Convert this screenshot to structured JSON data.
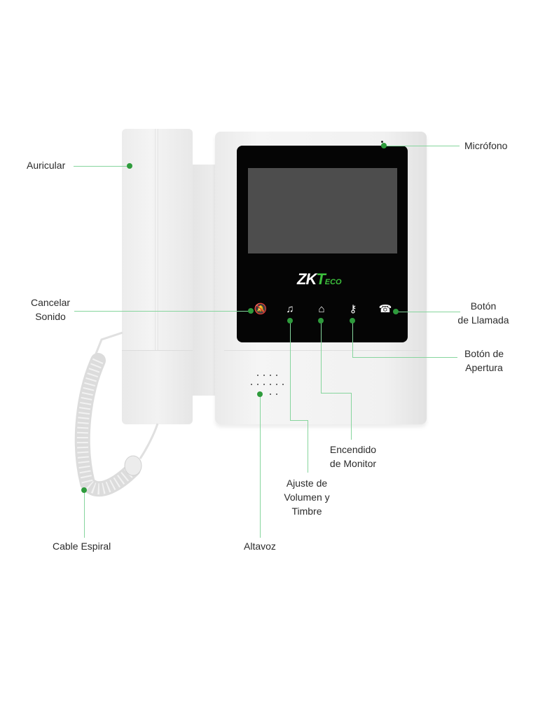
{
  "product": {
    "brand_logo": {
      "zk": "ZK",
      "t": "T",
      "eco": "ECO"
    },
    "accent_color": "#2e9b3c",
    "leader_line_color": "#86d59d"
  },
  "icons": {
    "mute": "🔕",
    "music": "♫",
    "monitor": "⌂",
    "keys": "⚷",
    "phone": "☎"
  },
  "callouts": {
    "auricular": "Auricular",
    "microfono": "Micrófono",
    "cancelar_sonido_1": "Cancelar",
    "cancelar_sonido_2": "Sonido",
    "boton_llamada_1": "Botón",
    "boton_llamada_2": "de Llamada",
    "boton_apertura_1": "Botón de",
    "boton_apertura_2": "Apertura",
    "encendido_monitor_1": "Encendido",
    "encendido_monitor_2": "de Monitor",
    "ajuste_volumen_1": "Ajuste de",
    "ajuste_volumen_2": "Volumen y",
    "ajuste_volumen_3": "Timbre",
    "cable_espiral": "Cable Espiral",
    "altavoz": "Altavoz"
  }
}
